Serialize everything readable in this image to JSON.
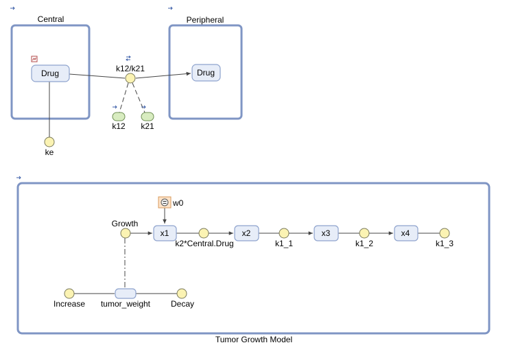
{
  "compartments": {
    "central": "Central",
    "peripheral": "Peripheral",
    "tumor": "Tumor Growth Model"
  },
  "species": {
    "central_drug": "Drug",
    "peripheral_drug": "Drug",
    "x1": "x1",
    "x2": "x2",
    "x3": "x3",
    "x4": "x4",
    "tumor_weight": "tumor_weight"
  },
  "reactions": {
    "k12_k21": "k12/k21",
    "ke": "ke",
    "growth": "Growth",
    "k2_central": "k2*Central.Drug",
    "k1_1": "k1_1",
    "k1_2": "k1_2",
    "k1_3": "k1_3",
    "increase": "Increase",
    "decay": "Decay"
  },
  "parameters": {
    "k12": "k12",
    "k21": "k21"
  },
  "rules": {
    "w0": "w0"
  },
  "icons": {
    "link": "link-icon",
    "swap": "swap-arrows-icon",
    "dose": "dose-icon",
    "rule": "rule-icon"
  },
  "colors": {
    "compartment_border": "#7f95c4",
    "species_fill": "#e7edf8",
    "reaction_fill": "#fbf3b3",
    "parameter_fill": "#d8ecc0",
    "rule_fill": "#fde3c8"
  }
}
